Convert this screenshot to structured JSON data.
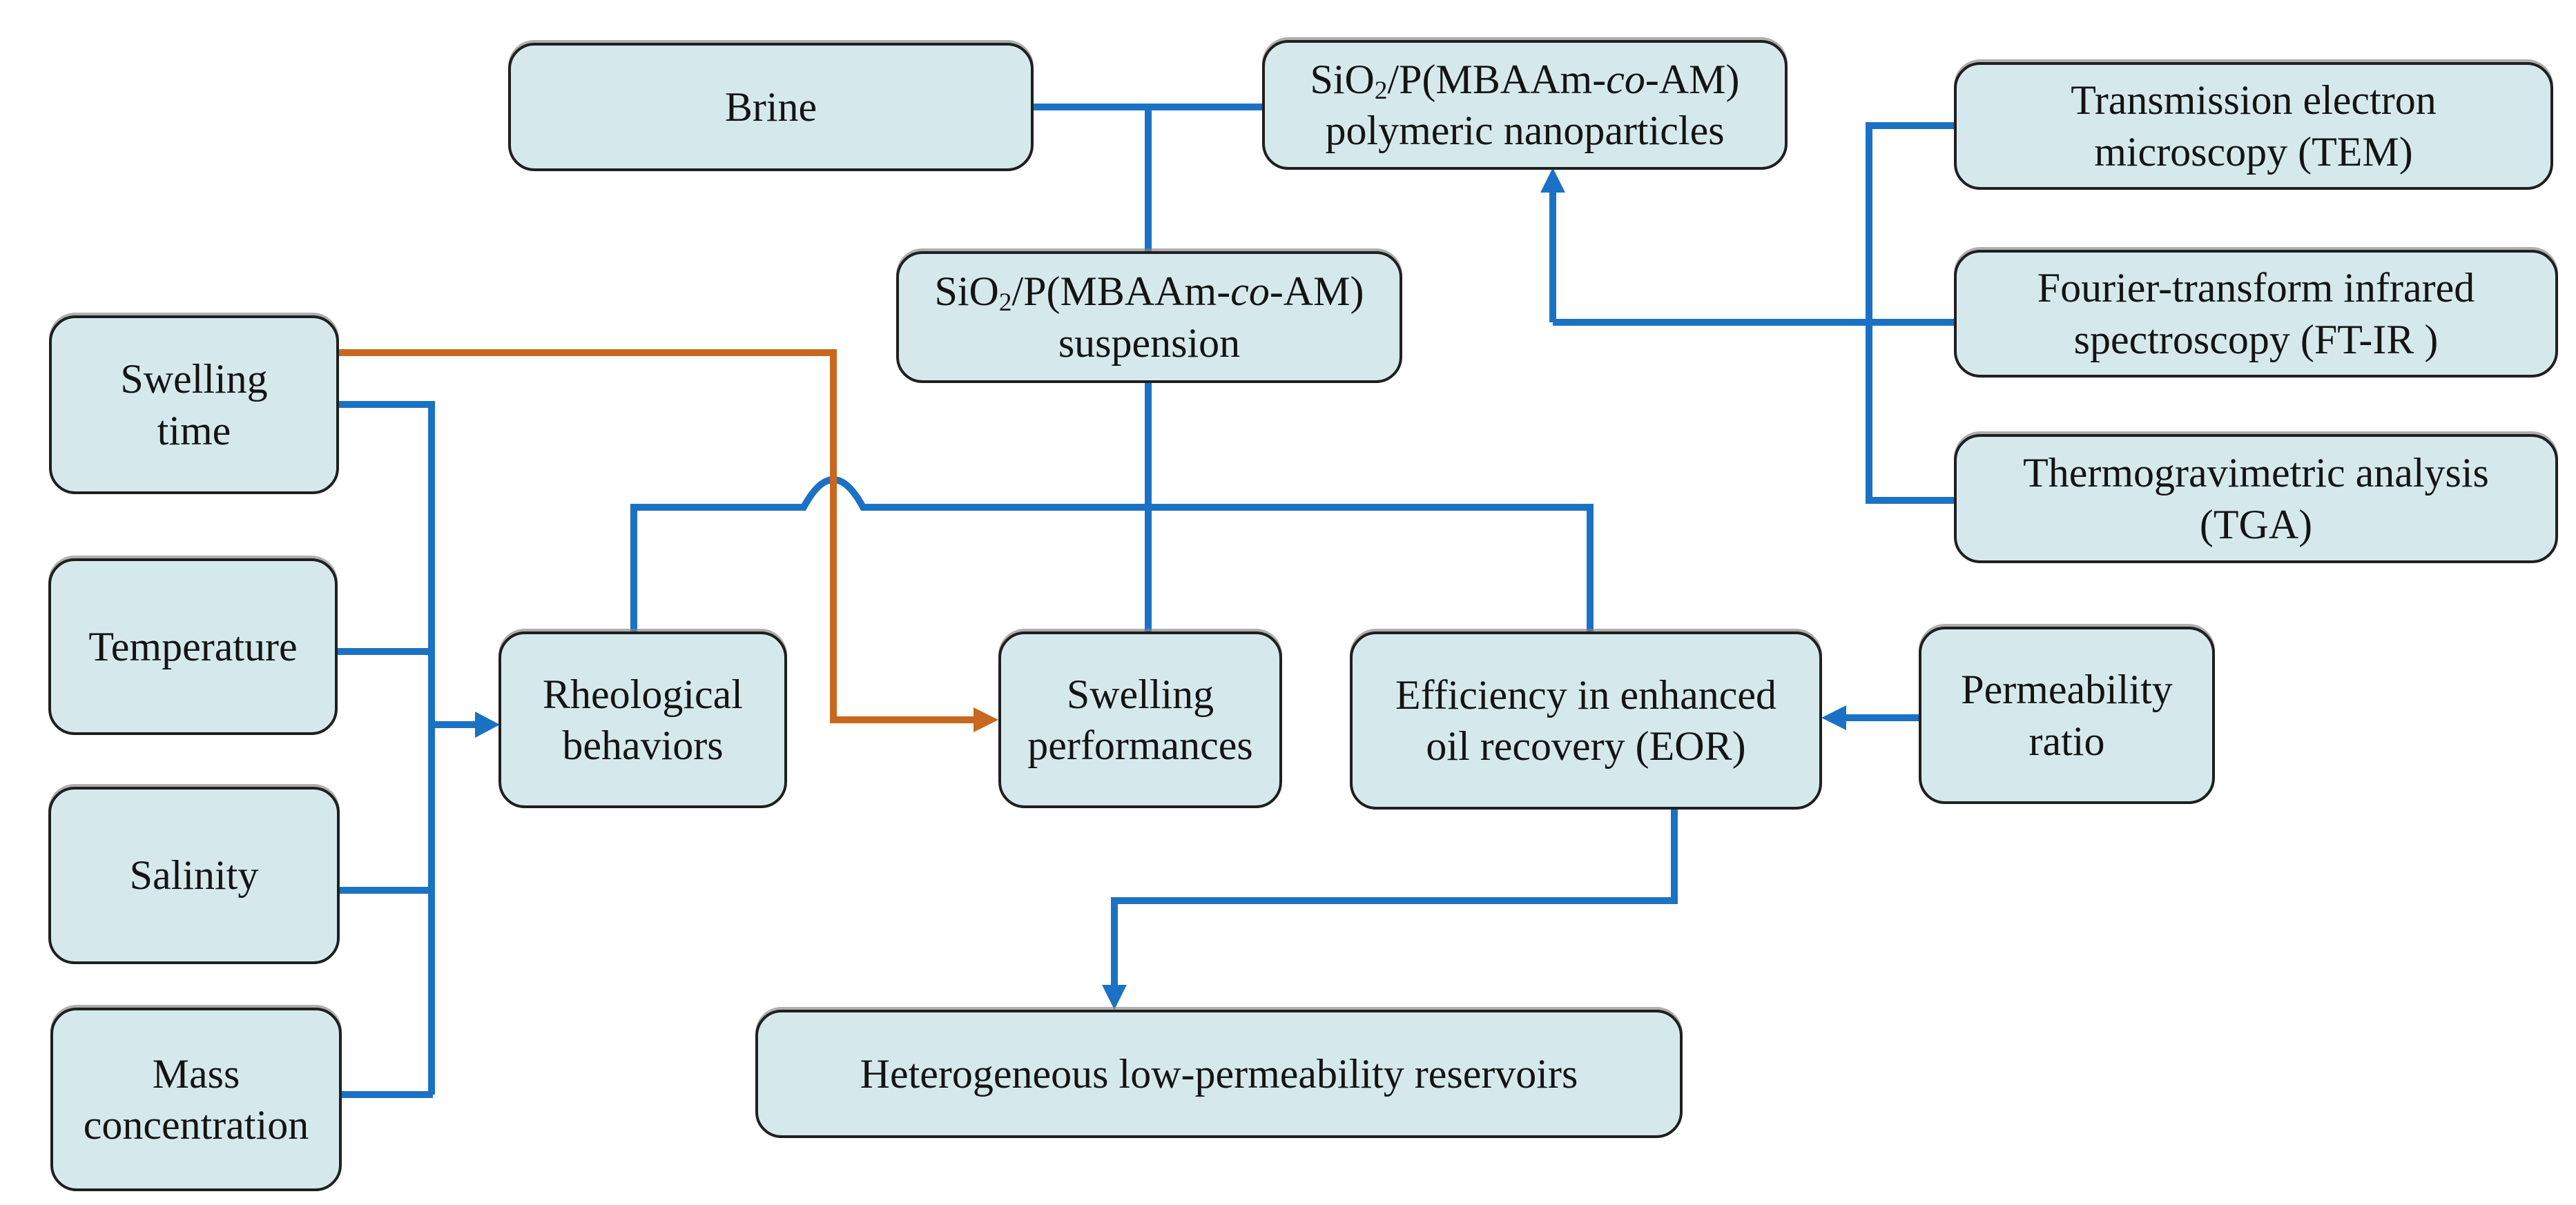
{
  "colors": {
    "background": "#ffffff",
    "box_fill": "#d5e9ed",
    "box_border": "#1f1f1f",
    "text": "#141414",
    "blue": "#1b72c4",
    "orange": "#c8671f"
  },
  "nodes": {
    "brine": {
      "lines": [
        [
          {
            "t": "Brine"
          }
        ]
      ]
    },
    "nanoparticles": {
      "lines": [
        [
          {
            "t": "SiO"
          },
          {
            "t": "2",
            "sub": true
          },
          {
            "t": "/P(MBAAm-"
          },
          {
            "t": "co",
            "italic": true
          },
          {
            "t": "-AM)"
          }
        ],
        [
          {
            "t": "polymeric nanoparticles"
          }
        ]
      ]
    },
    "suspension": {
      "lines": [
        [
          {
            "t": "SiO"
          },
          {
            "t": "2",
            "sub": true
          },
          {
            "t": "/P(MBAAm-"
          },
          {
            "t": "co",
            "italic": true
          },
          {
            "t": "-AM)"
          }
        ],
        [
          {
            "t": "suspension"
          }
        ]
      ]
    },
    "tem": {
      "lines": [
        [
          {
            "t": "Transmission electron"
          }
        ],
        [
          {
            "t": "microscopy (TEM)"
          }
        ]
      ]
    },
    "ftir": {
      "lines": [
        [
          {
            "t": "Fourier-transform infrared"
          }
        ],
        [
          {
            "t": "spectroscopy (FT-IR )"
          }
        ]
      ]
    },
    "tga": {
      "lines": [
        [
          {
            "t": "Thermogravimetric analysis"
          }
        ],
        [
          {
            "t": "(TGA)"
          }
        ]
      ]
    },
    "swelling_time": {
      "lines": [
        [
          {
            "t": "Swelling"
          }
        ],
        [
          {
            "t": "time"
          }
        ]
      ]
    },
    "temperature": {
      "lines": [
        [
          {
            "t": "Temperature"
          }
        ]
      ]
    },
    "salinity": {
      "lines": [
        [
          {
            "t": "Salinity"
          }
        ]
      ]
    },
    "mass_concentration": {
      "lines": [
        [
          {
            "t": "Mass"
          }
        ],
        [
          {
            "t": "concentration"
          }
        ]
      ]
    },
    "rheological_behaviors": {
      "lines": [
        [
          {
            "t": "Rheological"
          }
        ],
        [
          {
            "t": "behaviors"
          }
        ]
      ]
    },
    "swelling_performances": {
      "lines": [
        [
          {
            "t": "Swelling"
          }
        ],
        [
          {
            "t": "performances"
          }
        ]
      ]
    },
    "eor": {
      "lines": [
        [
          {
            "t": "Efficiency in enhanced"
          }
        ],
        [
          {
            "t": "oil recovery (EOR)"
          }
        ]
      ]
    },
    "permeability_ratio": {
      "lines": [
        [
          {
            "t": "Permeability"
          }
        ],
        [
          {
            "t": "ratio"
          }
        ]
      ]
    },
    "reservoirs": {
      "lines": [
        [
          {
            "t": "Heterogeneous low-permeability reservoirs"
          }
        ]
      ]
    }
  },
  "edges": [
    {
      "id": "brine-to-nanoparticles",
      "color": "blue",
      "arrow": false
    },
    {
      "id": "mixture-to-suspension",
      "color": "blue",
      "arrow": false
    },
    {
      "id": "suspension-to-split",
      "color": "blue",
      "arrow": false
    },
    {
      "id": "split-three-way",
      "color": "blue",
      "arrow": false,
      "note": "hops over orange line"
    },
    {
      "id": "factors-collector",
      "color": "blue",
      "arrow": false
    },
    {
      "id": "factors-to-rheological",
      "color": "blue",
      "arrow": true
    },
    {
      "id": "characterization-trunk",
      "color": "blue",
      "arrow": false
    },
    {
      "id": "characterization-to-nanoparticles",
      "color": "blue",
      "arrow": true
    },
    {
      "id": "permeability-to-eor",
      "color": "blue",
      "arrow": true
    },
    {
      "id": "eor-to-reservoirs",
      "color": "blue",
      "arrow": true
    },
    {
      "id": "swelling-time-to-swelling-performances",
      "color": "orange",
      "arrow": true
    }
  ]
}
